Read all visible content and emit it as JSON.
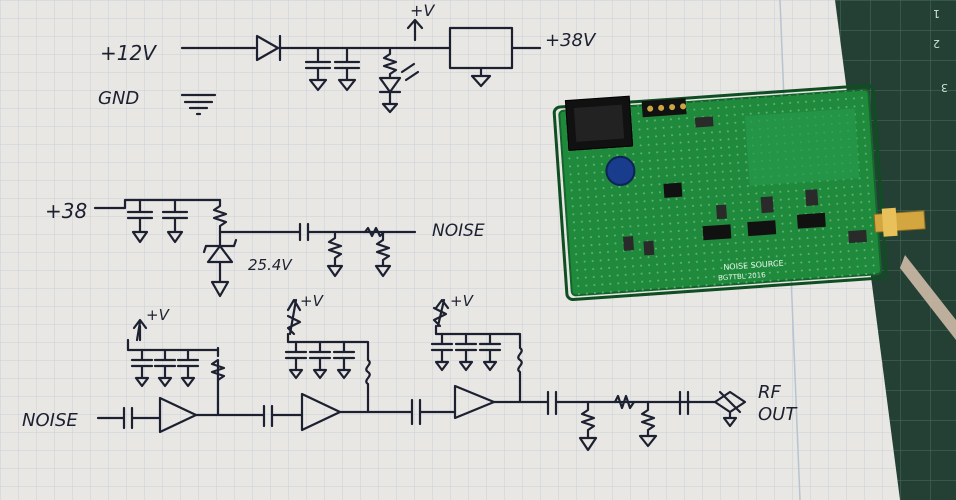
{
  "colors": {
    "paper": "#e9e8e4",
    "grid": "#c9d2dc",
    "ink": "#1c2030",
    "pcb": "#1f8a3c",
    "mat": "#244035"
  },
  "notes": {
    "power": {
      "in_label": "+12V",
      "gnd_label": "GND",
      "out_label": "+38V",
      "reg_label": "+V"
    },
    "noise_source": {
      "in_label": "+38",
      "zener_label": "25.4V",
      "out_label": "NOISE"
    },
    "amplifier": {
      "in_label": "NOISE",
      "vcc1": "+V",
      "vcc2": "+V",
      "vcc3": "+V",
      "out_label_1": "RF",
      "out_label_2": "OUT"
    }
  },
  "board": {
    "silkscreen_1": "NOISE SOURCE",
    "silkscreen_2": "BG7TBL 2016"
  },
  "cutting_mat": {
    "edge_marks": [
      "1",
      "2",
      "3"
    ]
  }
}
